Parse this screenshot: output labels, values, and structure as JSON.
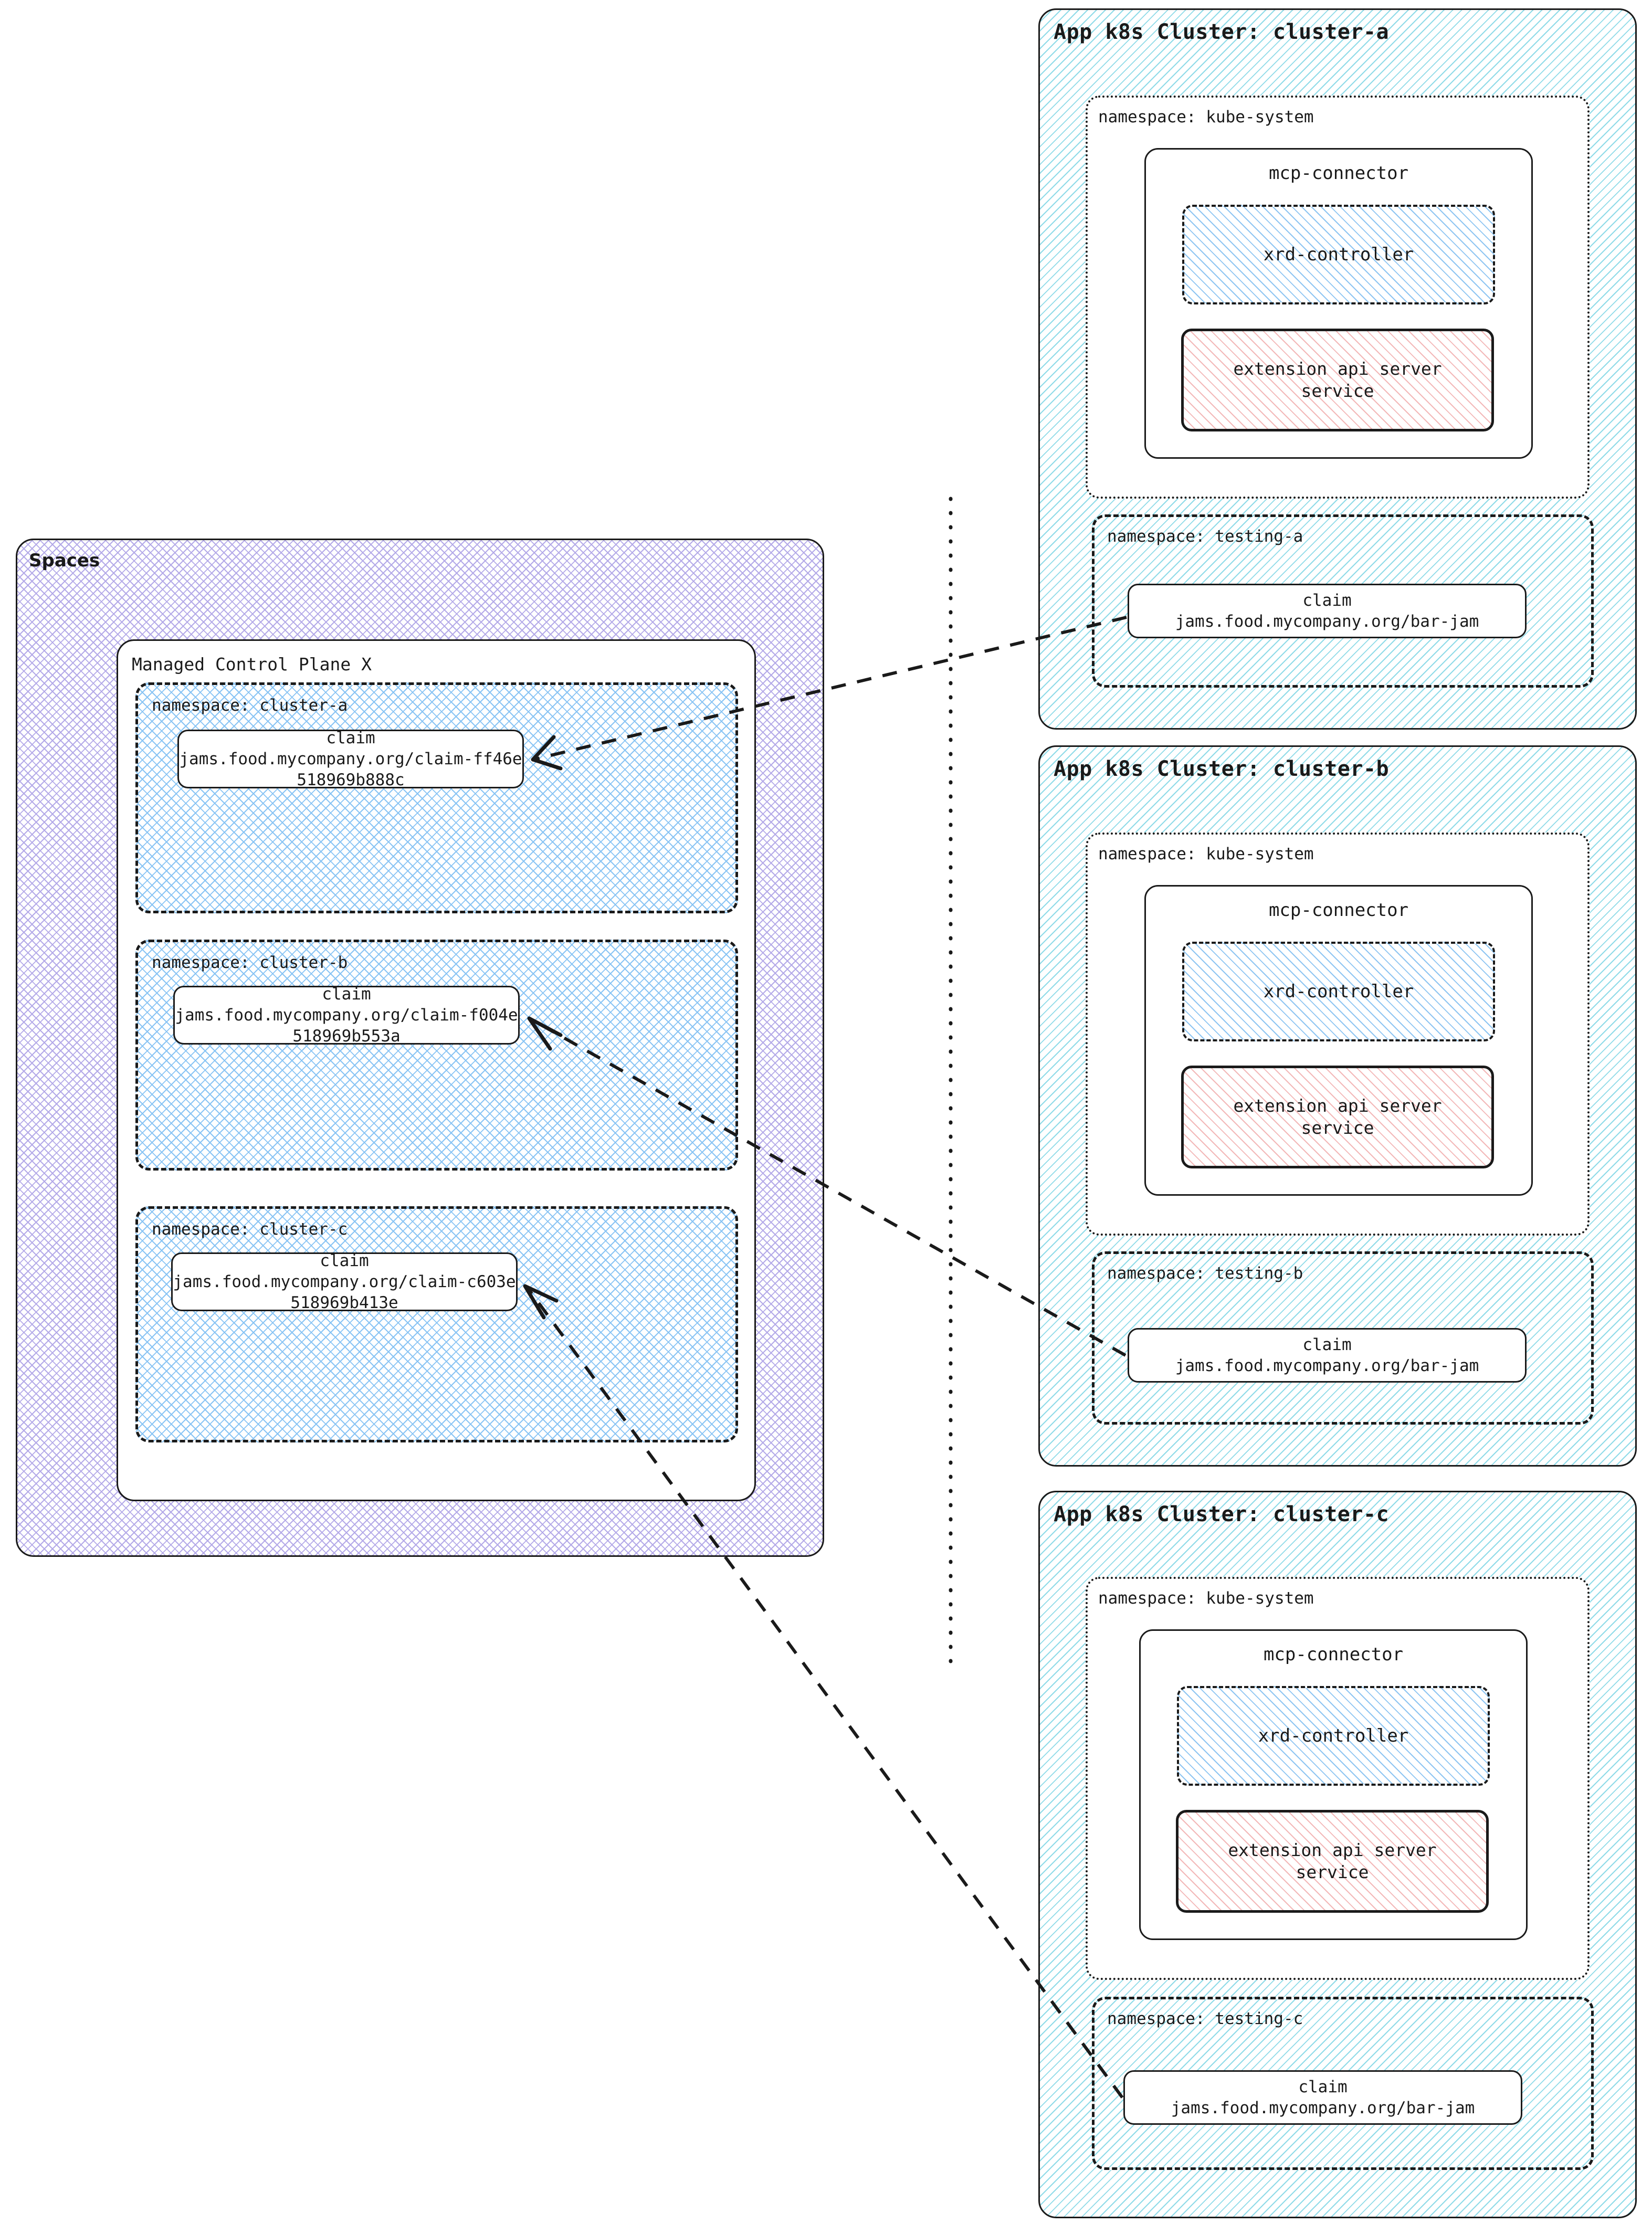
{
  "diagram": {
    "title": "Spaces / App k8s Clusters claim propagation",
    "divider_name": "vertical-dotted-boundary"
  },
  "spaces": {
    "label": "Spaces",
    "control_plane": {
      "label": "Managed Control Plane X",
      "namespaces": [
        {
          "label": "namespace: cluster-a",
          "claim": {
            "kind": "claim",
            "ref": "jams.food.mycompany.org/claim-ff46e518969b888c"
          }
        },
        {
          "label": "namespace: cluster-b",
          "claim": {
            "kind": "claim",
            "ref": "jams.food.mycompany.org/claim-f004e518969b553a"
          }
        },
        {
          "label": "namespace: cluster-c",
          "claim": {
            "kind": "claim",
            "ref": "jams.food.mycompany.org/claim-c603e518969b413e"
          }
        }
      ]
    }
  },
  "clusters": [
    {
      "title": "App k8s Cluster: cluster-a",
      "kube_system": {
        "label": "namespace: kube-system",
        "connector": {
          "label": "mcp-connector",
          "xrd_controller": "xrd-controller",
          "extension_api_server": "extension api server\nservice"
        }
      },
      "testing": {
        "label": "namespace: testing-a",
        "claim": {
          "kind": "claim",
          "ref": "jams.food.mycompany.org/bar-jam"
        }
      }
    },
    {
      "title": "App k8s Cluster: cluster-b",
      "kube_system": {
        "label": "namespace: kube-system",
        "connector": {
          "label": "mcp-connector",
          "xrd_controller": "xrd-controller",
          "extension_api_server": "extension api server\nservice"
        }
      },
      "testing": {
        "label": "namespace: testing-b",
        "claim": {
          "kind": "claim",
          "ref": "jams.food.mycompany.org/bar-jam"
        }
      }
    },
    {
      "title": "App k8s Cluster: cluster-c",
      "kube_system": {
        "label": "namespace: kube-system",
        "connector": {
          "label": "mcp-connector",
          "xrd_controller": "xrd-controller",
          "extension_api_server": "extension api server\nservice"
        }
      },
      "testing": {
        "label": "namespace: testing-c",
        "claim": {
          "kind": "claim",
          "ref": "jams.food.mycompany.org/bar-jam"
        }
      }
    }
  ],
  "edges": [
    {
      "name": "edge-testing-a-to-cluster-a-claim",
      "from": "cluster-a testing-a claim",
      "to": "control-plane cluster-a claim"
    },
    {
      "name": "edge-testing-b-to-cluster-b-claim",
      "from": "cluster-b testing-b claim",
      "to": "control-plane cluster-b claim"
    },
    {
      "name": "edge-testing-c-to-cluster-c-claim",
      "from": "cluster-c testing-c claim",
      "to": "control-plane cluster-c claim"
    }
  ],
  "colors": {
    "spaces_hatch": "#b4aae8",
    "namespace_hatch": "#89c4f4",
    "cluster_hatch": "#8fdbe8",
    "xrd_hatch": "#8ec5f2",
    "api_server_hatch": "#f3b8b8",
    "stroke": "#1a1a1a"
  }
}
